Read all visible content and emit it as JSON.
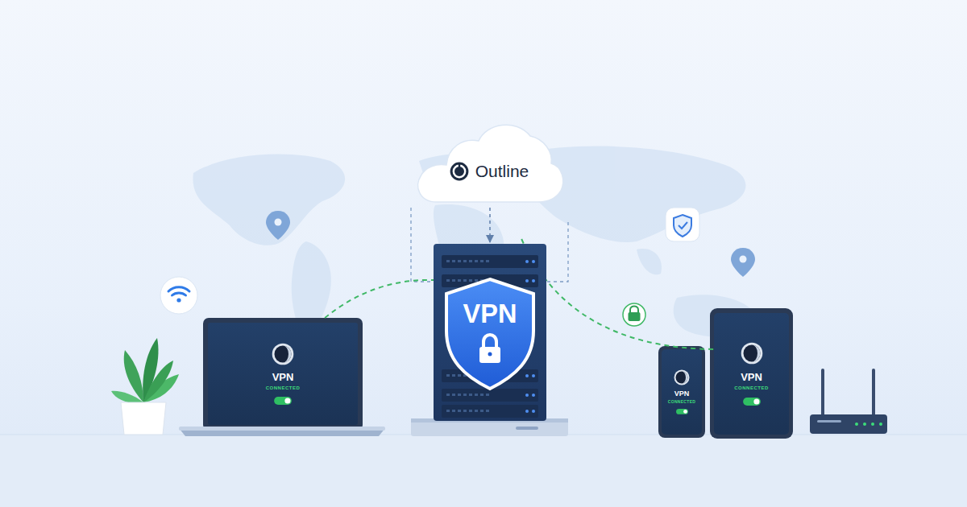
{
  "diagram": {
    "nodes": [
      {
        "text": [
          "Outline"
        ]
      },
      {
        "text": [
          "VPN",
          "CONNECTED"
        ]
      },
      {
        "text": [
          "VPN"
        ]
      },
      {
        "text": [
          "VPN",
          "CONNECTED"
        ]
      },
      {
        "text": [
          "VPN",
          "CONNECTED"
        ]
      }
    ],
    "edges": [
      {
        "from": 0,
        "to": 2,
        "arrow": "to"
      },
      {
        "from": 1,
        "to": 2,
        "arrow": "none"
      },
      {
        "from": 2,
        "to": 4,
        "arrow": "none"
      }
    ]
  }
}
